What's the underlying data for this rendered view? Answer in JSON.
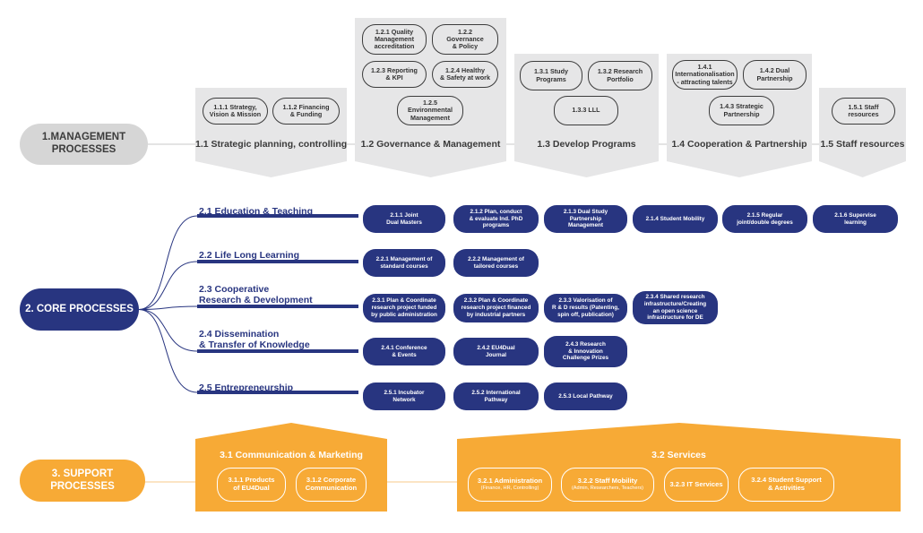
{
  "colors": {
    "navy": "#283580",
    "orange": "#f7aa36",
    "grey": "#e6e6e7",
    "grey_main": "#d6d6d6"
  },
  "management": {
    "label": "1.MANAGEMENT\nPROCESSES",
    "groups": [
      {
        "title": "1.1 Strategic planning, controlling",
        "items": [
          "1.1.1 Strategy,\nVision & Mission",
          "1.1.2 Financing\n& Funding"
        ]
      },
      {
        "title": "1.2 Governance & Management",
        "items": [
          "1.2.1 Quality\nManagement\naccreditation",
          "1.2.2\nGovernance\n& Policy",
          "1.2.3 Reporting\n& KPI",
          "1.2.4 Healthy\n& Safety at work",
          "1.2.5\nEnvironmental\nManagement"
        ]
      },
      {
        "title": "1.3 Develop Programs",
        "items": [
          "1.3.1 Study\nPrograms",
          "1.3.2 Research\nPortfolio",
          "1.3.3 LLL"
        ]
      },
      {
        "title": "1.4 Cooperation & Partnership",
        "items": [
          "1.4.1\nInternationalisation\n- attracting talents",
          "1.4.2 Dual\nPartnership",
          "1.4.3 Strategic\nPartnership"
        ]
      },
      {
        "title": "1.5 Staff resources",
        "items": [
          "1.5.1 Staff\nresources"
        ]
      }
    ]
  },
  "core": {
    "label": "2. CORE PROCESSES",
    "categories": [
      {
        "title": "2.1 Education & Teaching",
        "items": [
          "2.1.1 Joint\nDual Masters",
          "2.1.2 Plan, conduct\n& evaluate Ind. PhD\nprograms",
          "2.1.3 Dual Study\nPartnership\nManagement",
          "2.1.4 Student Mobility",
          "2.1.5 Regular\njoint/double degrees",
          "2.1.6 Supervise\nlearning"
        ]
      },
      {
        "title": "2.2 Life Long Learning",
        "items": [
          "2.2.1 Management of\nstandard courses",
          "2.2.2 Management of\ntailored courses"
        ]
      },
      {
        "title": "2.3 Cooperative\nResearch & Development",
        "items": [
          "2.3.1 Plan & Coordinate\nresearch project funded\nby public administration",
          "2.3.2 Plan & Coordinate\nresearch project financed\nby industrial partners",
          "2.3.3 Valorisation of\nR & D results (Patenting,\nspin off, publication)",
          "2.3.4 Shared research\ninfrastructure/Creating\nan open science\ninfrastructure for DE"
        ]
      },
      {
        "title": "2.4 Dissemination\n& Transfer of Knowledge",
        "items": [
          "2.4.1 Conference\n& Events",
          "2.4.2 EU4Dual\nJournal",
          "2.4.3 Research\n& Innovation\nChallenge Prizes"
        ]
      },
      {
        "title": "2.5 Entrepreneurship",
        "items": [
          "2.5.1 Incubator\nNetwork",
          "2.5.2 International\nPathway",
          "2.5.3 Local Pathway"
        ]
      }
    ]
  },
  "support": {
    "label": "3. SUPPORT\nPROCESSES",
    "groups": [
      {
        "title": "3.1 Communication & Marketing",
        "items": [
          {
            "label": "3.1.1 Products\nof EU4Dual",
            "sub": ""
          },
          {
            "label": "3.1.2 Corporate\nCommunication",
            "sub": ""
          }
        ]
      },
      {
        "title": "3.2 Services",
        "items": [
          {
            "label": "3.2.1 Administration",
            "sub": "(Finance, HR, Controlling)"
          },
          {
            "label": "3.2.2 Staff Mobility",
            "sub": "(Admin, Researchers, Teachers)"
          },
          {
            "label": "3.2.3 IT Services",
            "sub": ""
          },
          {
            "label": "3.2.4 Student Support\n& Activities",
            "sub": ""
          }
        ]
      }
    ]
  }
}
